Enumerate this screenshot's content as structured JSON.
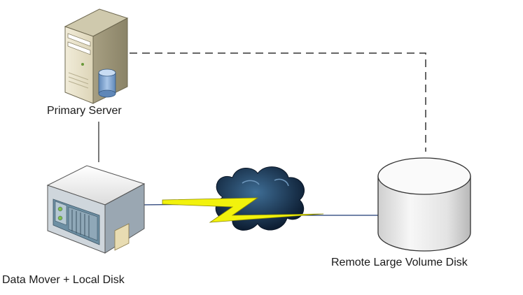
{
  "diagram": {
    "nodes": [
      {
        "id": "primary",
        "label": "Primary Server",
        "icon": "server-tower-with-database"
      },
      {
        "id": "mover",
        "label": "Data Mover + Local Disk",
        "icon": "rack-server-unit"
      },
      {
        "id": "remote",
        "label": "Remote Large Volume Disk",
        "icon": "disk-cylinder"
      },
      {
        "id": "wan",
        "label": "",
        "icon": "network-cloud-with-lightning"
      }
    ],
    "edges": [
      {
        "from": "primary",
        "to": "mover",
        "style": "solid"
      },
      {
        "from": "mover",
        "to": "remote",
        "style": "solid",
        "via": "wan"
      },
      {
        "from": "primary",
        "to": "remote",
        "style": "dashed"
      }
    ],
    "colors": {
      "connector": "#222222",
      "link": "#1f3a73",
      "lightning": "#f2f20c",
      "cloud": "#17324f"
    }
  }
}
